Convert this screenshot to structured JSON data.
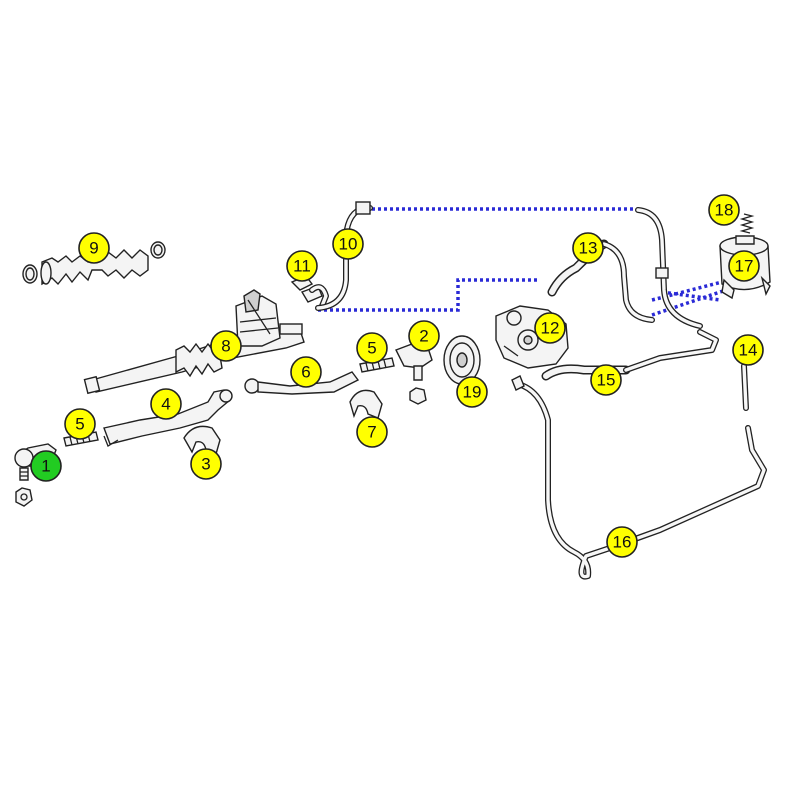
{
  "colors": {
    "callout_fill": "#ffff00",
    "callout_selected_fill": "#22cc22",
    "dotted_line": "#2a2ad6"
  },
  "callouts": [
    {
      "id": "1",
      "label": "1",
      "selected": true
    },
    {
      "id": "2",
      "label": "2",
      "selected": false
    },
    {
      "id": "3",
      "label": "3",
      "selected": false
    },
    {
      "id": "4",
      "label": "4",
      "selected": false
    },
    {
      "id": "5a",
      "label": "5",
      "selected": false
    },
    {
      "id": "5b",
      "label": "5",
      "selected": false
    },
    {
      "id": "6",
      "label": "6",
      "selected": false
    },
    {
      "id": "7",
      "label": "7",
      "selected": false
    },
    {
      "id": "8",
      "label": "8",
      "selected": false
    },
    {
      "id": "9",
      "label": "9",
      "selected": false
    },
    {
      "id": "10",
      "label": "10",
      "selected": false
    },
    {
      "id": "11",
      "label": "11",
      "selected": false
    },
    {
      "id": "12",
      "label": "12",
      "selected": false
    },
    {
      "id": "13",
      "label": "13",
      "selected": false
    },
    {
      "id": "14",
      "label": "14",
      "selected": false
    },
    {
      "id": "15",
      "label": "15",
      "selected": false
    },
    {
      "id": "16",
      "label": "16",
      "selected": false
    },
    {
      "id": "17",
      "label": "17",
      "selected": false
    },
    {
      "id": "18",
      "label": "18",
      "selected": false
    },
    {
      "id": "19",
      "label": "19",
      "selected": false
    }
  ]
}
